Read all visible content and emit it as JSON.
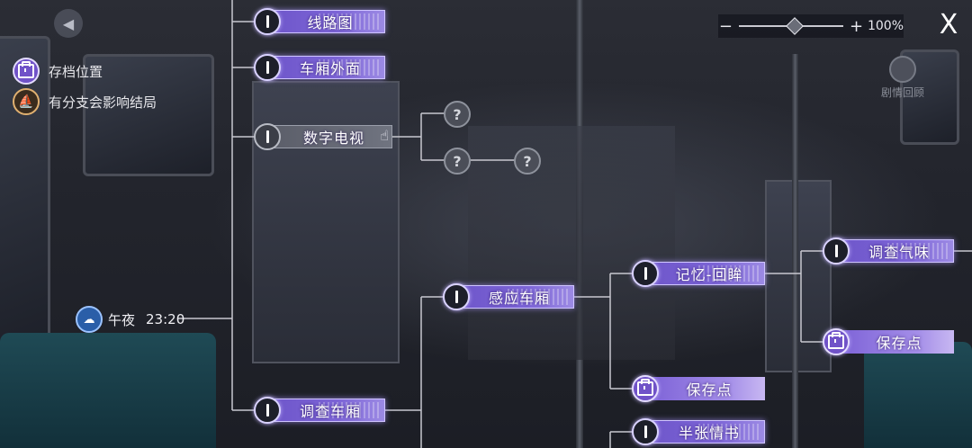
{
  "legend": {
    "save_label": "存档位置",
    "branch_label": "有分支会影响结局",
    "save_icon": "save-icon",
    "branch_icon": "branch-icon"
  },
  "top_right": {
    "zoom_minus": "−",
    "zoom_plus": "+",
    "zoom_value": "100%",
    "zoom_level": 0.5,
    "close_label": "X",
    "review_label": "剧情回顾"
  },
  "time": {
    "label": "午夜",
    "clock": "23:20",
    "icon": "night-cloud-icon"
  },
  "nodes": {
    "route_map": "线路图",
    "car_exterior": "车厢外面",
    "digital_tv": "数字电视",
    "investigate_car": "调查车厢",
    "sense_car": "感应车厢",
    "memory": "记忆-回眸",
    "investigate_smell": "调查气味",
    "save1": "保存点",
    "save2": "保存点",
    "half_letter": "半张情书"
  },
  "unknown_marks": [
    "?",
    "?",
    "?"
  ],
  "colors": {
    "accent": "#7c64d6",
    "node_border": "#cfc4ff",
    "locked": "#5a5d68",
    "line": "#c8c8d0"
  }
}
